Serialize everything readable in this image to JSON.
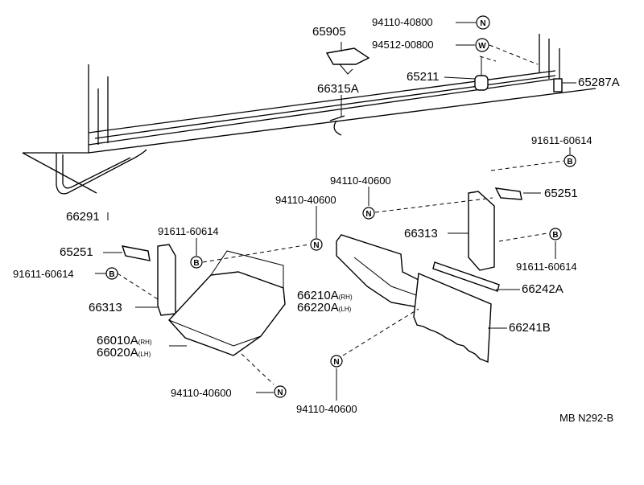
{
  "parts": {
    "p94110_40800": "94110-40800",
    "p65905": "65905",
    "p94512_00800": "94512-00800",
    "p66315A": "66315A",
    "p65211": "65211",
    "p65287A": "65287A",
    "p91611_60614_a": "91611-60614",
    "p94110_40600_a": "94110-40600",
    "p65251_a": "65251",
    "p94110_40600_b": "94110-40600",
    "p66291": "66291",
    "p91611_60614_b": "91611-60614",
    "p66313_a": "66313",
    "p91611_60614_c": "91611-60614",
    "p65251_b": "65251",
    "p91611_60614_d": "91611-60614",
    "p66313_b": "66313",
    "p66210A": "66210A",
    "p66210A_suffix": "(RH)",
    "p66220A": "66220A",
    "p66220A_suffix": "(LH)",
    "p66242A": "66242A",
    "p66241B": "66241B",
    "p66010A": "66010A",
    "p66010A_suffix": "(RH)",
    "p66020A": "66020A",
    "p66020A_suffix": "(LH)",
    "p94110_40600_c": "94110-40600",
    "p94110_40600_d": "94110-40600"
  },
  "symbols": {
    "nut": "N",
    "washer": "W",
    "bolt": "B"
  },
  "diagram_code": "MB N292-B"
}
